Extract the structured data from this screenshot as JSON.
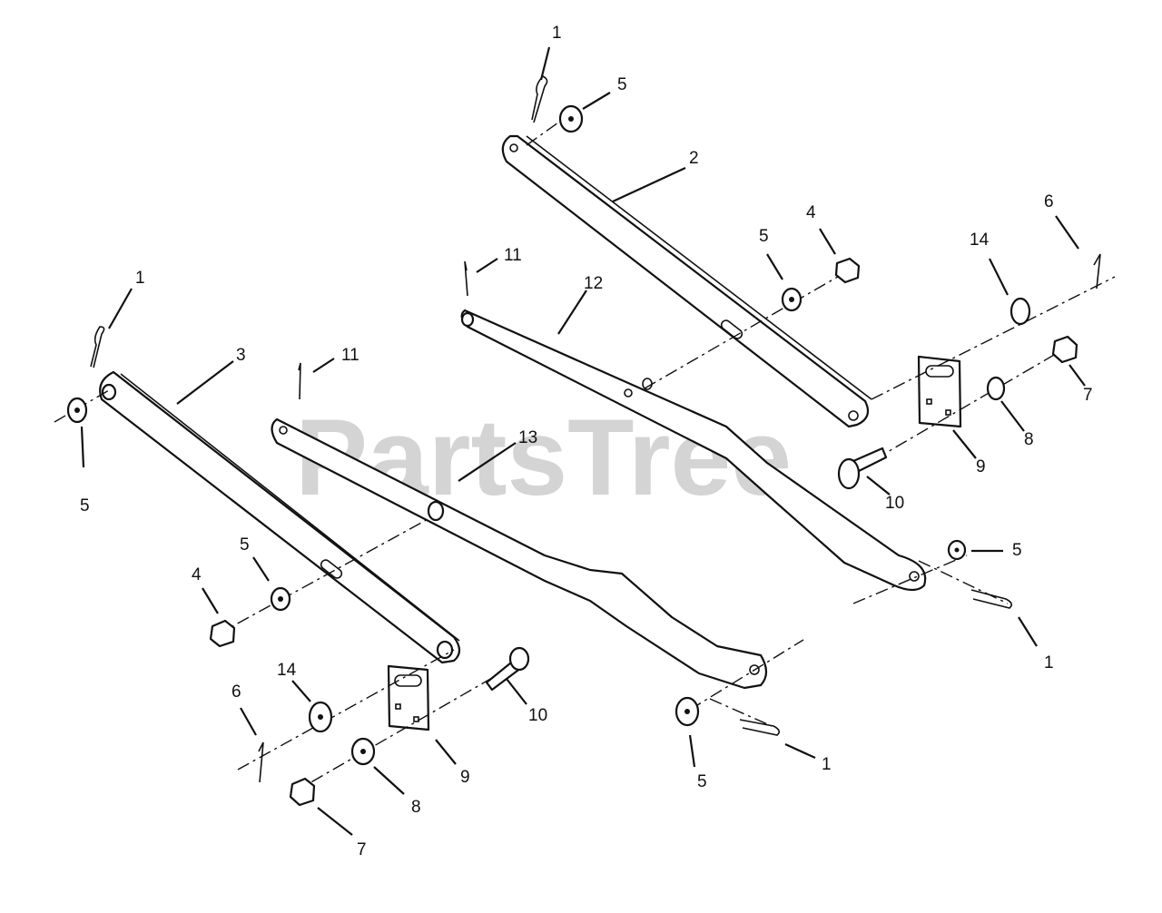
{
  "watermark": "PartsTree",
  "callouts": [
    {
      "id": "c1a",
      "text": "1"
    },
    {
      "id": "c5a",
      "text": "5"
    },
    {
      "id": "c2",
      "text": "2"
    },
    {
      "id": "c4a",
      "text": "4"
    },
    {
      "id": "c5b",
      "text": "5"
    },
    {
      "id": "c14a",
      "text": "14"
    },
    {
      "id": "c6a",
      "text": "6"
    },
    {
      "id": "c11a",
      "text": "11"
    },
    {
      "id": "c12",
      "text": "12"
    },
    {
      "id": "c7a",
      "text": "7"
    },
    {
      "id": "c8a",
      "text": "8"
    },
    {
      "id": "c9a",
      "text": "9"
    },
    {
      "id": "c10a",
      "text": "10"
    },
    {
      "id": "c1b",
      "text": "1"
    },
    {
      "id": "c3",
      "text": "3"
    },
    {
      "id": "c11b",
      "text": "11"
    },
    {
      "id": "c13",
      "text": "13"
    },
    {
      "id": "c5c",
      "text": "5"
    },
    {
      "id": "c5d",
      "text": "5"
    },
    {
      "id": "c4b",
      "text": "4"
    },
    {
      "id": "c5e",
      "text": "5"
    },
    {
      "id": "c1c",
      "text": "1"
    },
    {
      "id": "c6b",
      "text": "6"
    },
    {
      "id": "c14b",
      "text": "14"
    },
    {
      "id": "c10b",
      "text": "10"
    },
    {
      "id": "c9b",
      "text": "9"
    },
    {
      "id": "c8b",
      "text": "8"
    },
    {
      "id": "c7b",
      "text": "7"
    },
    {
      "id": "c5f",
      "text": "5"
    },
    {
      "id": "c1d",
      "text": "1"
    }
  ]
}
